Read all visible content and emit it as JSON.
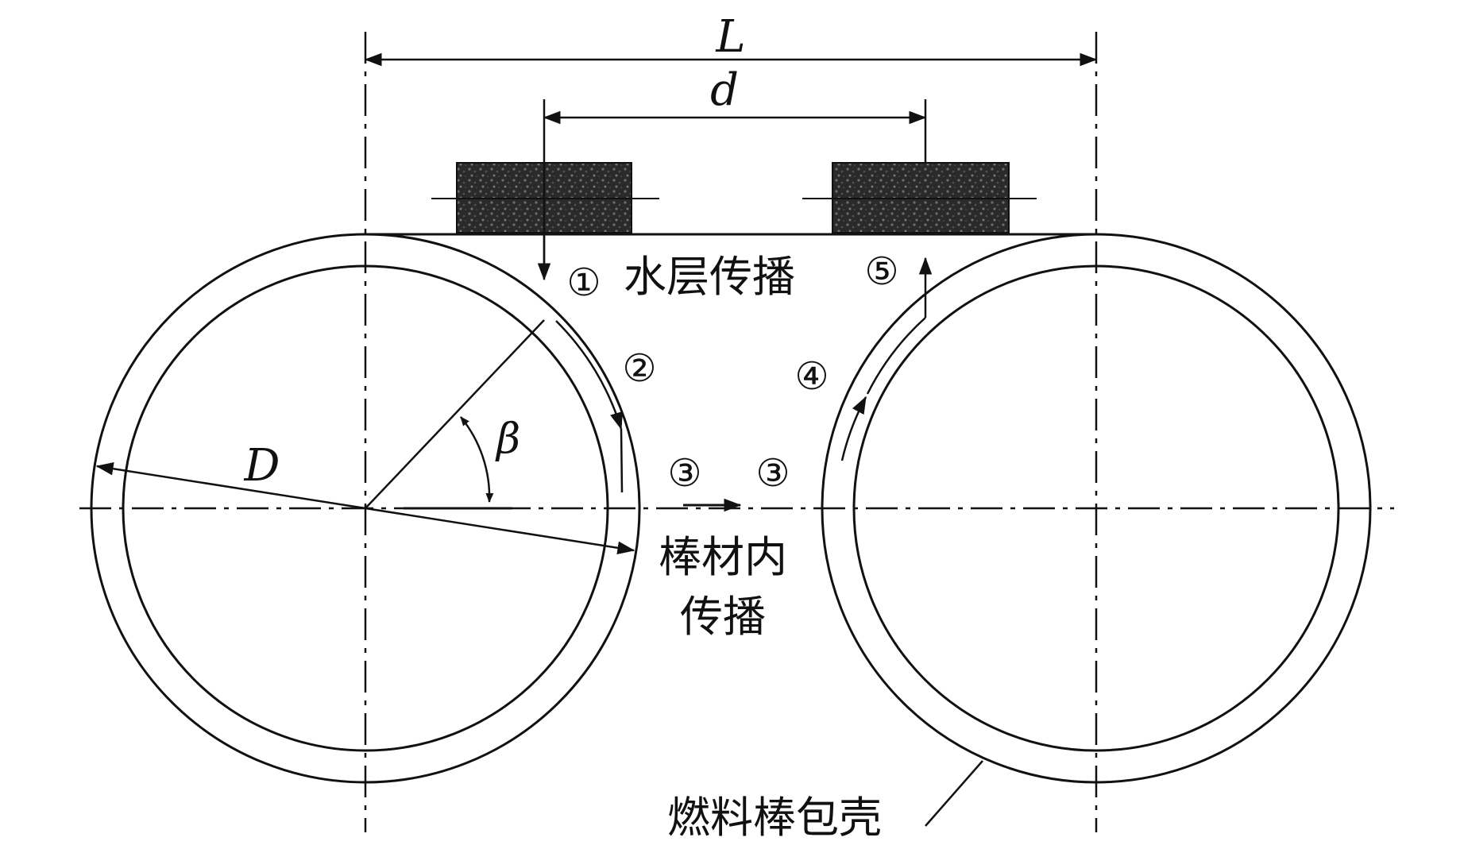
{
  "labels": {
    "L": "L",
    "d": "d",
    "D": "D",
    "beta": "β",
    "step1": "①",
    "step2": "②",
    "step3a": "③",
    "step3b": "③",
    "step4": "④",
    "step5": "⑤",
    "water_layer": "水层传播",
    "in_rod_line1": "棒材内",
    "in_rod_line2": "传播",
    "cladding": "燃料棒包壳"
  }
}
